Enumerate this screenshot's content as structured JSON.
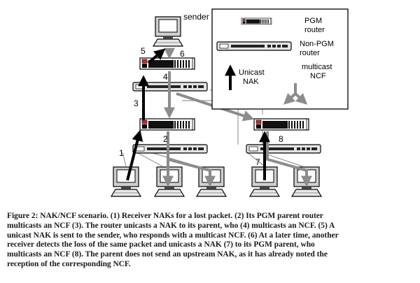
{
  "labels": {
    "sender": "sender",
    "steps": [
      "1",
      "2",
      "3",
      "4",
      "5",
      "6",
      "7",
      "8"
    ]
  },
  "legend": {
    "pgm_router": [
      "PGM",
      "router"
    ],
    "non_pgm_router": [
      "Non-PGM",
      "router"
    ],
    "unicast_nak": [
      "Unicast",
      "NAK"
    ],
    "multicast_ncf": [
      "multicast",
      "NCF"
    ]
  },
  "caption": [
    "Figure 2: NAK/NCF scenario. (1) Receiver NAKs for a lost packet. (2) Its PGM parent router",
    "multicasts an NCF (3). The router unicasts a NAK to its parent, who (4) multicasts an NCF.  (5) A",
    "unicast NAK is sent to the sender, who responds with a multicast NCF. (6) At a later time, another",
    "receiver detects the loss of the same packet and unicasts a NAK (7) to its PGM parent, who",
    "multicasts an NCF (8). The parent does not send an upstream NAK, as it has already noted the",
    "reception of the corresponding NCF."
  ],
  "colors": {
    "nak": "#000000",
    "ncf": "#8c8c8c",
    "tree_link": "#9a9a9a",
    "pgm_marker": "#c62828"
  }
}
